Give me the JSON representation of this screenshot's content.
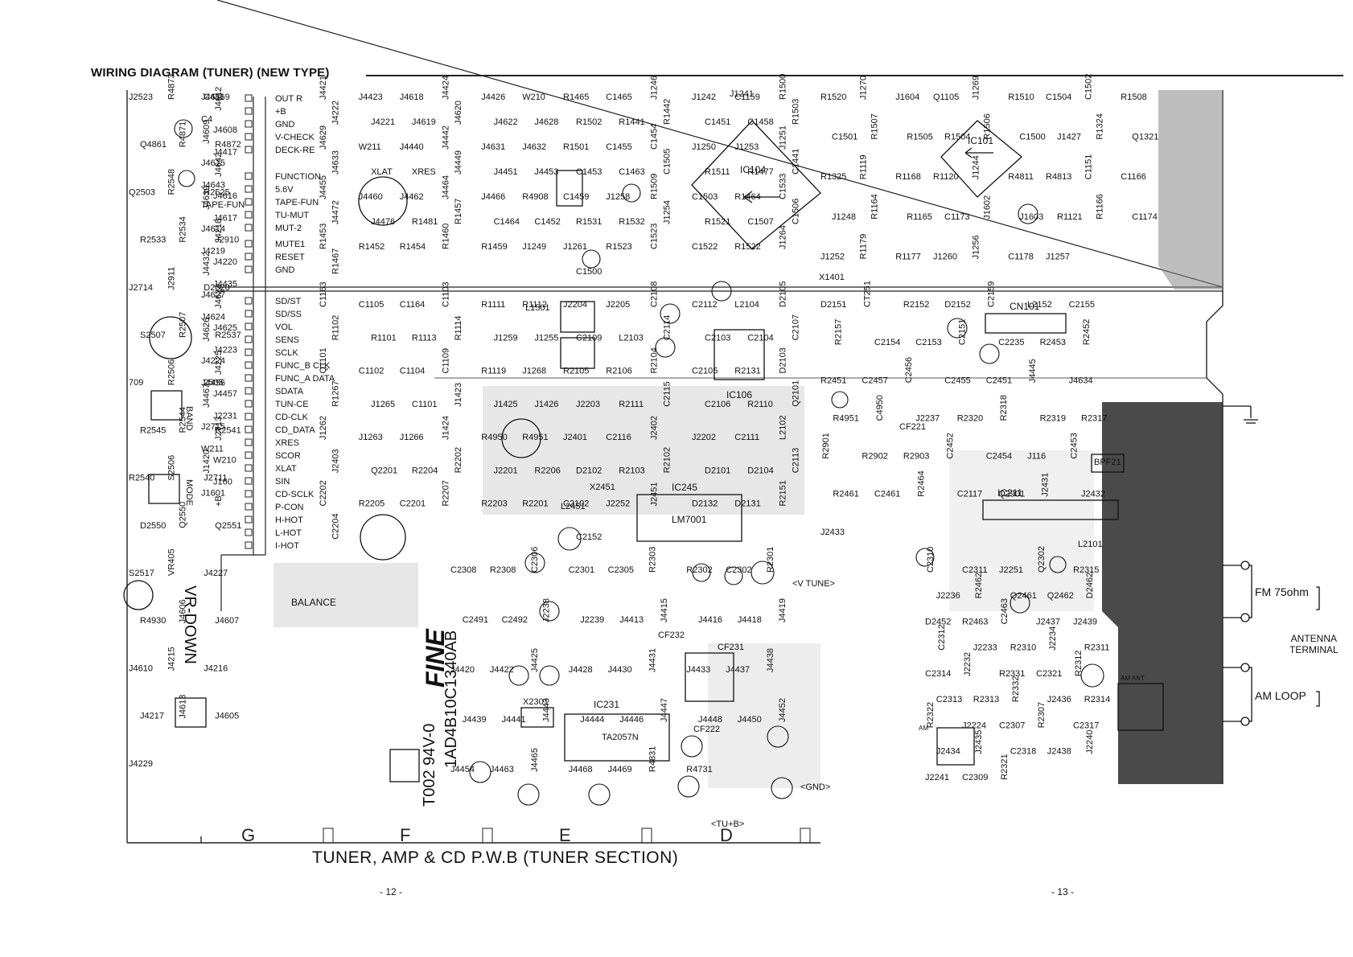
{
  "diagram": {
    "title": "WIRING DIAGRAM (TUNER) (NEW TYPE)",
    "board_name": "TUNER, AMP & CD P.W.B (TUNER SECTION)",
    "page_left": "- 12 -",
    "page_right": "- 13 -",
    "board_marking_1": "T002 94V-0",
    "board_marking_2": "1AD4B10C1340AB",
    "board_logo": "FINE",
    "columns": [
      "G",
      "F",
      "E",
      "D"
    ],
    "terminals": {
      "fm": "FM 75ohm",
      "am": "AM LOOP",
      "antenna_line1": "ANTENNA",
      "antenna_line2": "TERMINAL"
    },
    "controls": {
      "band": "BAND",
      "mode": "MODE",
      "vr_down": "VR-DOWN",
      "balance": "BALANCE",
      "tape_fun": "TAPE-FUN"
    },
    "connector_signals": [
      "OUT R",
      "+B",
      "GND",
      "V-CHECK",
      "DECK-RE",
      "FUNCTION",
      "5.6V",
      "TAPE-FUN",
      "TU-MUT",
      "MUT-2",
      "MUTE1",
      "RESET",
      "GND",
      "SD/ST",
      "SD/SS",
      "VOL",
      "SENS",
      "SCLK",
      "FUNC_B CLK",
      "FUNC_A DATA",
      "SDATA",
      "TUN-CE",
      "CD-CLK",
      "CD_DATA",
      "XRES",
      "SCOR",
      "XLAT",
      "SIN",
      "CD-SCLK",
      "P-CON",
      "H-HOT",
      "L-HOT",
      "I-HOT"
    ],
    "ic_labels": [
      "IC104",
      "IC101",
      "IC106",
      "IC245",
      "IC211",
      "IC231",
      "CN101",
      "LM7001",
      "TA2057N",
      "CF232",
      "CF231",
      "CF222",
      "CF221",
      "BPF21",
      "X2451",
      "X2301",
      "X1401",
      "L1501",
      "L2451",
      "L2101",
      "J1241"
    ],
    "part_labels": [
      {
        "t": "J2523"
      },
      {
        "t": "R4873"
      },
      {
        "t": "C4869"
      },
      {
        "t": "Q4861"
      },
      {
        "t": "R4871"
      },
      {
        "t": "R4872"
      },
      {
        "t": "Q2503"
      },
      {
        "t": "R2548"
      },
      {
        "t": "R2525"
      },
      {
        "t": "R2533"
      },
      {
        "t": "R2534"
      },
      {
        "t": "J2910"
      },
      {
        "t": "J2714"
      },
      {
        "t": "J2911"
      },
      {
        "t": "D2520"
      },
      {
        "t": "S2507"
      },
      {
        "t": "R2507"
      },
      {
        "t": "R2537"
      },
      {
        "t": "709"
      },
      {
        "t": "R2506"
      },
      {
        "t": "2505"
      },
      {
        "t": "R2545"
      },
      {
        "t": "R2544"
      },
      {
        "t": "R2541"
      },
      {
        "t": "R2540"
      },
      {
        "t": "S2506"
      },
      {
        "t": "J2711"
      },
      {
        "t": "D2550"
      },
      {
        "t": "Q2550"
      },
      {
        "t": "Q2551"
      },
      {
        "t": "S2517"
      },
      {
        "t": "VR405"
      },
      {
        "t": "J4227"
      },
      {
        "t": "R4930"
      },
      {
        "t": "J4606"
      },
      {
        "t": "J4607"
      },
      {
        "t": "J4610"
      },
      {
        "t": "J4215"
      },
      {
        "t": "J4216"
      },
      {
        "t": "J4217"
      },
      {
        "t": "J4613"
      },
      {
        "t": "J4605"
      },
      {
        "t": "J4229"
      },
      {
        "t": "J4421"
      },
      {
        "t": "J4423"
      },
      {
        "t": "J4618"
      },
      {
        "t": "J4424"
      },
      {
        "t": "J4426"
      },
      {
        "t": "W210"
      },
      {
        "t": "J4222"
      },
      {
        "t": "J4221"
      },
      {
        "t": "J4619"
      },
      {
        "t": "J4620"
      },
      {
        "t": "J4622"
      },
      {
        "t": "J4628"
      },
      {
        "t": "J4629"
      },
      {
        "t": "W211"
      },
      {
        "t": "J4440"
      },
      {
        "t": "J4442"
      },
      {
        "t": "J4631"
      },
      {
        "t": "J4632"
      },
      {
        "t": "J4633"
      },
      {
        "t": "XLAT"
      },
      {
        "t": "XRES"
      },
      {
        "t": "J4449"
      },
      {
        "t": "J4451"
      },
      {
        "t": "J4453"
      },
      {
        "t": "J4455"
      },
      {
        "t": "J4460"
      },
      {
        "t": "J4462"
      },
      {
        "t": "J4464"
      },
      {
        "t": "J4466"
      },
      {
        "t": "R4908"
      },
      {
        "t": "J4472"
      },
      {
        "t": "J4476"
      },
      {
        "t": "R1481"
      },
      {
        "t": "R1457"
      },
      {
        "t": "C1464"
      },
      {
        "t": "C1452"
      },
      {
        "t": "R1453"
      },
      {
        "t": "R1452"
      },
      {
        "t": "R1454"
      },
      {
        "t": "R1460"
      },
      {
        "t": "R1459"
      },
      {
        "t": "J1249"
      },
      {
        "t": "R1467"
      },
      {
        "t": "R1465"
      },
      {
        "t": "C1465"
      },
      {
        "t": "J1246"
      },
      {
        "t": "J1242"
      },
      {
        "t": "C1159"
      },
      {
        "t": "R1500"
      },
      {
        "t": "R1502"
      },
      {
        "t": "R1441"
      },
      {
        "t": "R1442"
      },
      {
        "t": "C1451"
      },
      {
        "t": "C1458"
      },
      {
        "t": "R1503"
      },
      {
        "t": "R1501"
      },
      {
        "t": "C1455"
      },
      {
        "t": "C1454"
      },
      {
        "t": "J1250"
      },
      {
        "t": "J1253"
      },
      {
        "t": "J1251"
      },
      {
        "t": "C1453"
      },
      {
        "t": "C1463"
      },
      {
        "t": "C1505"
      },
      {
        "t": "R1511"
      },
      {
        "t": "R1477"
      },
      {
        "t": "C1441"
      },
      {
        "t": "C1459"
      },
      {
        "t": "J1258"
      },
      {
        "t": "R1509"
      },
      {
        "t": "C1503"
      },
      {
        "t": "R1464"
      },
      {
        "t": "C1533"
      },
      {
        "t": "R1531"
      },
      {
        "t": "R1532"
      },
      {
        "t": "J1254"
      },
      {
        "t": "R1521"
      },
      {
        "t": "C1507"
      },
      {
        "t": "C1506"
      },
      {
        "t": "J1261"
      },
      {
        "t": "R1523"
      },
      {
        "t": "C1523"
      },
      {
        "t": "C1522"
      },
      {
        "t": "R1522"
      },
      {
        "t": "J1264"
      },
      {
        "t": "C1500"
      },
      {
        "t": "R1520"
      },
      {
        "t": "J1270"
      },
      {
        "t": "J1604"
      },
      {
        "t": "Q1105"
      },
      {
        "t": "J1269"
      },
      {
        "t": "R1510"
      },
      {
        "t": "C1504"
      },
      {
        "t": "C1502"
      },
      {
        "t": "R1508"
      },
      {
        "t": "C1501"
      },
      {
        "t": "R1507"
      },
      {
        "t": "R1505"
      },
      {
        "t": "R1504"
      },
      {
        "t": "R1506"
      },
      {
        "t": "C1500"
      },
      {
        "t": "J1427"
      },
      {
        "t": "R1324"
      },
      {
        "t": "Q1321"
      },
      {
        "t": "R1325"
      },
      {
        "t": "R1119"
      },
      {
        "t": "R1168"
      },
      {
        "t": "R1120"
      },
      {
        "t": "J1244"
      },
      {
        "t": "R4811"
      },
      {
        "t": "R4813"
      },
      {
        "t": "C1151"
      },
      {
        "t": "C1166"
      },
      {
        "t": "J1248"
      },
      {
        "t": "R1164"
      },
      {
        "t": "R1165"
      },
      {
        "t": "C1173"
      },
      {
        "t": "J1602"
      },
      {
        "t": "J1603"
      },
      {
        "t": "R1121"
      },
      {
        "t": "R1166"
      },
      {
        "t": "C1174"
      },
      {
        "t": "J1252"
      },
      {
        "t": "R1179"
      },
      {
        "t": "R1177"
      },
      {
        "t": "J1260"
      },
      {
        "t": "J1256"
      },
      {
        "t": "C1178"
      },
      {
        "t": "J1257"
      },
      {
        "t": "C1163"
      },
      {
        "t": "C1105"
      },
      {
        "t": "C1164"
      },
      {
        "t": "C1103"
      },
      {
        "t": "R1111"
      },
      {
        "t": "R1112"
      },
      {
        "t": "R1102"
      },
      {
        "t": "R1101"
      },
      {
        "t": "R1113"
      },
      {
        "t": "R1114"
      },
      {
        "t": "J1259"
      },
      {
        "t": "J1255"
      },
      {
        "t": "Q1101"
      },
      {
        "t": "C1102"
      },
      {
        "t": "C1104"
      },
      {
        "t": "C1109"
      },
      {
        "t": "R1119"
      },
      {
        "t": "J1268"
      },
      {
        "t": "R1267"
      },
      {
        "t": "J1265"
      },
      {
        "t": "C1101"
      },
      {
        "t": "J1423"
      },
      {
        "t": "J1425"
      },
      {
        "t": "J1426"
      },
      {
        "t": "J1262"
      },
      {
        "t": "J1263"
      },
      {
        "t": "J1266"
      },
      {
        "t": "J1424"
      },
      {
        "t": "R4950"
      },
      {
        "t": "R4951"
      },
      {
        "t": "J2403"
      },
      {
        "t": "Q2201"
      },
      {
        "t": "R2204"
      },
      {
        "t": "R2202"
      },
      {
        "t": "J2201"
      },
      {
        "t": "R2206"
      },
      {
        "t": "C2202"
      },
      {
        "t": "R2205"
      },
      {
        "t": "C2201"
      },
      {
        "t": "R2207"
      },
      {
        "t": "R2203"
      },
      {
        "t": "R2201"
      },
      {
        "t": "C2204"
      },
      {
        "t": "J2204"
      },
      {
        "t": "J2205"
      },
      {
        "t": "C2108"
      },
      {
        "t": "C2112"
      },
      {
        "t": "L2104"
      },
      {
        "t": "D2105"
      },
      {
        "t": "C2109"
      },
      {
        "t": "L2103"
      },
      {
        "t": "C2114"
      },
      {
        "t": "C2103"
      },
      {
        "t": "C2104"
      },
      {
        "t": "C2107"
      },
      {
        "t": "R2105"
      },
      {
        "t": "R2106"
      },
      {
        "t": "R2104"
      },
      {
        "t": "C2105"
      },
      {
        "t": "R2131"
      },
      {
        "t": "D2103"
      },
      {
        "t": "J2203"
      },
      {
        "t": "R2111"
      },
      {
        "t": "C2115"
      },
      {
        "t": "C2106"
      },
      {
        "t": "R2110"
      },
      {
        "t": "Q2101"
      },
      {
        "t": "J2401"
      },
      {
        "t": "C2116"
      },
      {
        "t": "J2402"
      },
      {
        "t": "J2202"
      },
      {
        "t": "C2111"
      },
      {
        "t": "L2102"
      },
      {
        "t": "D2102"
      },
      {
        "t": "R2103"
      },
      {
        "t": "R2102"
      },
      {
        "t": "D2101"
      },
      {
        "t": "D2104"
      },
      {
        "t": "C2113"
      },
      {
        "t": "C2102"
      },
      {
        "t": "J2252"
      },
      {
        "t": "J2451"
      },
      {
        "t": "D2132"
      },
      {
        "t": "D2131"
      },
      {
        "t": "R2151"
      },
      {
        "t": "C2152"
      },
      {
        "t": "D2151"
      },
      {
        "t": "CT251"
      },
      {
        "t": "R2152"
      },
      {
        "t": "D2152"
      },
      {
        "t": "C2159"
      },
      {
        "t": "L2152"
      },
      {
        "t": "C2155"
      },
      {
        "t": "R2157"
      },
      {
        "t": "C2154"
      },
      {
        "t": "C2153"
      },
      {
        "t": "C2151"
      },
      {
        "t": "C2235"
      },
      {
        "t": "R2453"
      },
      {
        "t": "R2452"
      },
      {
        "t": "R2451"
      },
      {
        "t": "C2457"
      },
      {
        "t": "C2456"
      },
      {
        "t": "C2455"
      },
      {
        "t": "C2451"
      },
      {
        "t": "J4445"
      },
      {
        "t": "J4634"
      },
      {
        "t": "R4951"
      },
      {
        "t": "C4950"
      },
      {
        "t": "J2237"
      },
      {
        "t": "R2320"
      },
      {
        "t": "R2318"
      },
      {
        "t": "R2319"
      },
      {
        "t": "R2317"
      },
      {
        "t": "R2901"
      },
      {
        "t": "R2902"
      },
      {
        "t": "R2903"
      },
      {
        "t": "C2452"
      },
      {
        "t": "C2454"
      },
      {
        "t": "J116"
      },
      {
        "t": "C2453"
      },
      {
        "t": "R2461"
      },
      {
        "t": "C2461"
      },
      {
        "t": "R2464"
      },
      {
        "t": "C2117"
      },
      {
        "t": "Q2901"
      },
      {
        "t": "J2431"
      },
      {
        "t": "J2432"
      },
      {
        "t": "J2433"
      },
      {
        "t": "C2310"
      },
      {
        "t": "C2311"
      },
      {
        "t": "J2251"
      },
      {
        "t": "Q2302"
      },
      {
        "t": "R2315"
      },
      {
        "t": "J2236"
      },
      {
        "t": "R2462"
      },
      {
        "t": "Q2461"
      },
      {
        "t": "Q2462"
      },
      {
        "t": "D2462"
      },
      {
        "t": "D2452"
      },
      {
        "t": "R2463"
      },
      {
        "t": "C2463"
      },
      {
        "t": "J2437"
      },
      {
        "t": "J2439"
      },
      {
        "t": "C2312"
      },
      {
        "t": "J2233"
      },
      {
        "t": "R2310"
      },
      {
        "t": "J2234"
      },
      {
        "t": "R2311"
      },
      {
        "t": "C2314"
      },
      {
        "t": "J2232"
      },
      {
        "t": "R2331"
      },
      {
        "t": "C2321"
      },
      {
        "t": "R2312"
      },
      {
        "t": "C2313"
      },
      {
        "t": "R2313"
      },
      {
        "t": "R2332"
      },
      {
        "t": "J2436"
      },
      {
        "t": "R2314"
      },
      {
        "t": "R2322"
      },
      {
        "t": "J2224"
      },
      {
        "t": "C2307"
      },
      {
        "t": "R2307"
      },
      {
        "t": "C2317"
      },
      {
        "t": "J2434"
      },
      {
        "t": "J2435"
      },
      {
        "t": "C2318"
      },
      {
        "t": "J2438"
      },
      {
        "t": "J2240"
      },
      {
        "t": "J2241"
      },
      {
        "t": "C2309"
      },
      {
        "t": "R2321"
      },
      {
        "t": "C2308"
      },
      {
        "t": "R2308"
      },
      {
        "t": "C2306"
      },
      {
        "t": "C2301"
      },
      {
        "t": "C2305"
      },
      {
        "t": "R2303"
      },
      {
        "t": "R2302"
      },
      {
        "t": "C2302"
      },
      {
        "t": "R2301"
      },
      {
        "t": "C2491"
      },
      {
        "t": "C2492"
      },
      {
        "t": "J2238"
      },
      {
        "t": "J2239"
      },
      {
        "t": "J4413"
      },
      {
        "t": "J4415"
      },
      {
        "t": "J4416"
      },
      {
        "t": "J4418"
      },
      {
        "t": "J4419"
      },
      {
        "t": "J4420"
      },
      {
        "t": "J4422"
      },
      {
        "t": "J4425"
      },
      {
        "t": "J4428"
      },
      {
        "t": "J4430"
      },
      {
        "t": "J4431"
      },
      {
        "t": "J4433"
      },
      {
        "t": "J4437"
      },
      {
        "t": "J4438"
      },
      {
        "t": "J4439"
      },
      {
        "t": "J4441"
      },
      {
        "t": "J4443"
      },
      {
        "t": "J4444"
      },
      {
        "t": "J4446"
      },
      {
        "t": "J4447"
      },
      {
        "t": "J4448"
      },
      {
        "t": "J4450"
      },
      {
        "t": "J4452"
      },
      {
        "t": "J4454"
      },
      {
        "t": "J4463"
      },
      {
        "t": "J4465"
      },
      {
        "t": "J4468"
      },
      {
        "t": "J4469"
      },
      {
        "t": "R4831"
      },
      {
        "t": "R4731"
      },
      {
        "t": "J4611"
      },
      {
        "t": "J4612"
      },
      {
        "t": "C4"
      },
      {
        "t": "J4608"
      },
      {
        "t": "J4609"
      },
      {
        "t": "J4417"
      },
      {
        "t": "J4615"
      },
      {
        "t": "J4642"
      },
      {
        "t": "J4643"
      },
      {
        "t": "J4616"
      },
      {
        "t": "J4639"
      },
      {
        "t": "J4617"
      },
      {
        "t": "J4614"
      },
      {
        "t": "J4218"
      },
      {
        "t": "J4219"
      },
      {
        "t": "J4220"
      },
      {
        "t": "J4432"
      },
      {
        "t": "J4435"
      },
      {
        "t": "J4627"
      },
      {
        "t": "J4623"
      },
      {
        "t": "J4624"
      },
      {
        "t": "J4625"
      },
      {
        "t": "J4626"
      },
      {
        "t": "J4223"
      },
      {
        "t": "J4224"
      },
      {
        "t": "J4225"
      },
      {
        "t": "J4456"
      },
      {
        "t": "J4457"
      },
      {
        "t": "J4467"
      },
      {
        "t": "J2231"
      },
      {
        "t": "J2715"
      },
      {
        "t": "J2713"
      },
      {
        "t": "W211"
      },
      {
        "t": "W210"
      },
      {
        "t": "J1420"
      },
      {
        "t": "J160"
      },
      {
        "t": "J1601"
      },
      {
        "t": "+B"
      }
    ],
    "annotations": [
      "<V TUNE>",
      "<GND>",
      "<TU+B>",
      "AM ANT",
      "AM"
    ]
  }
}
